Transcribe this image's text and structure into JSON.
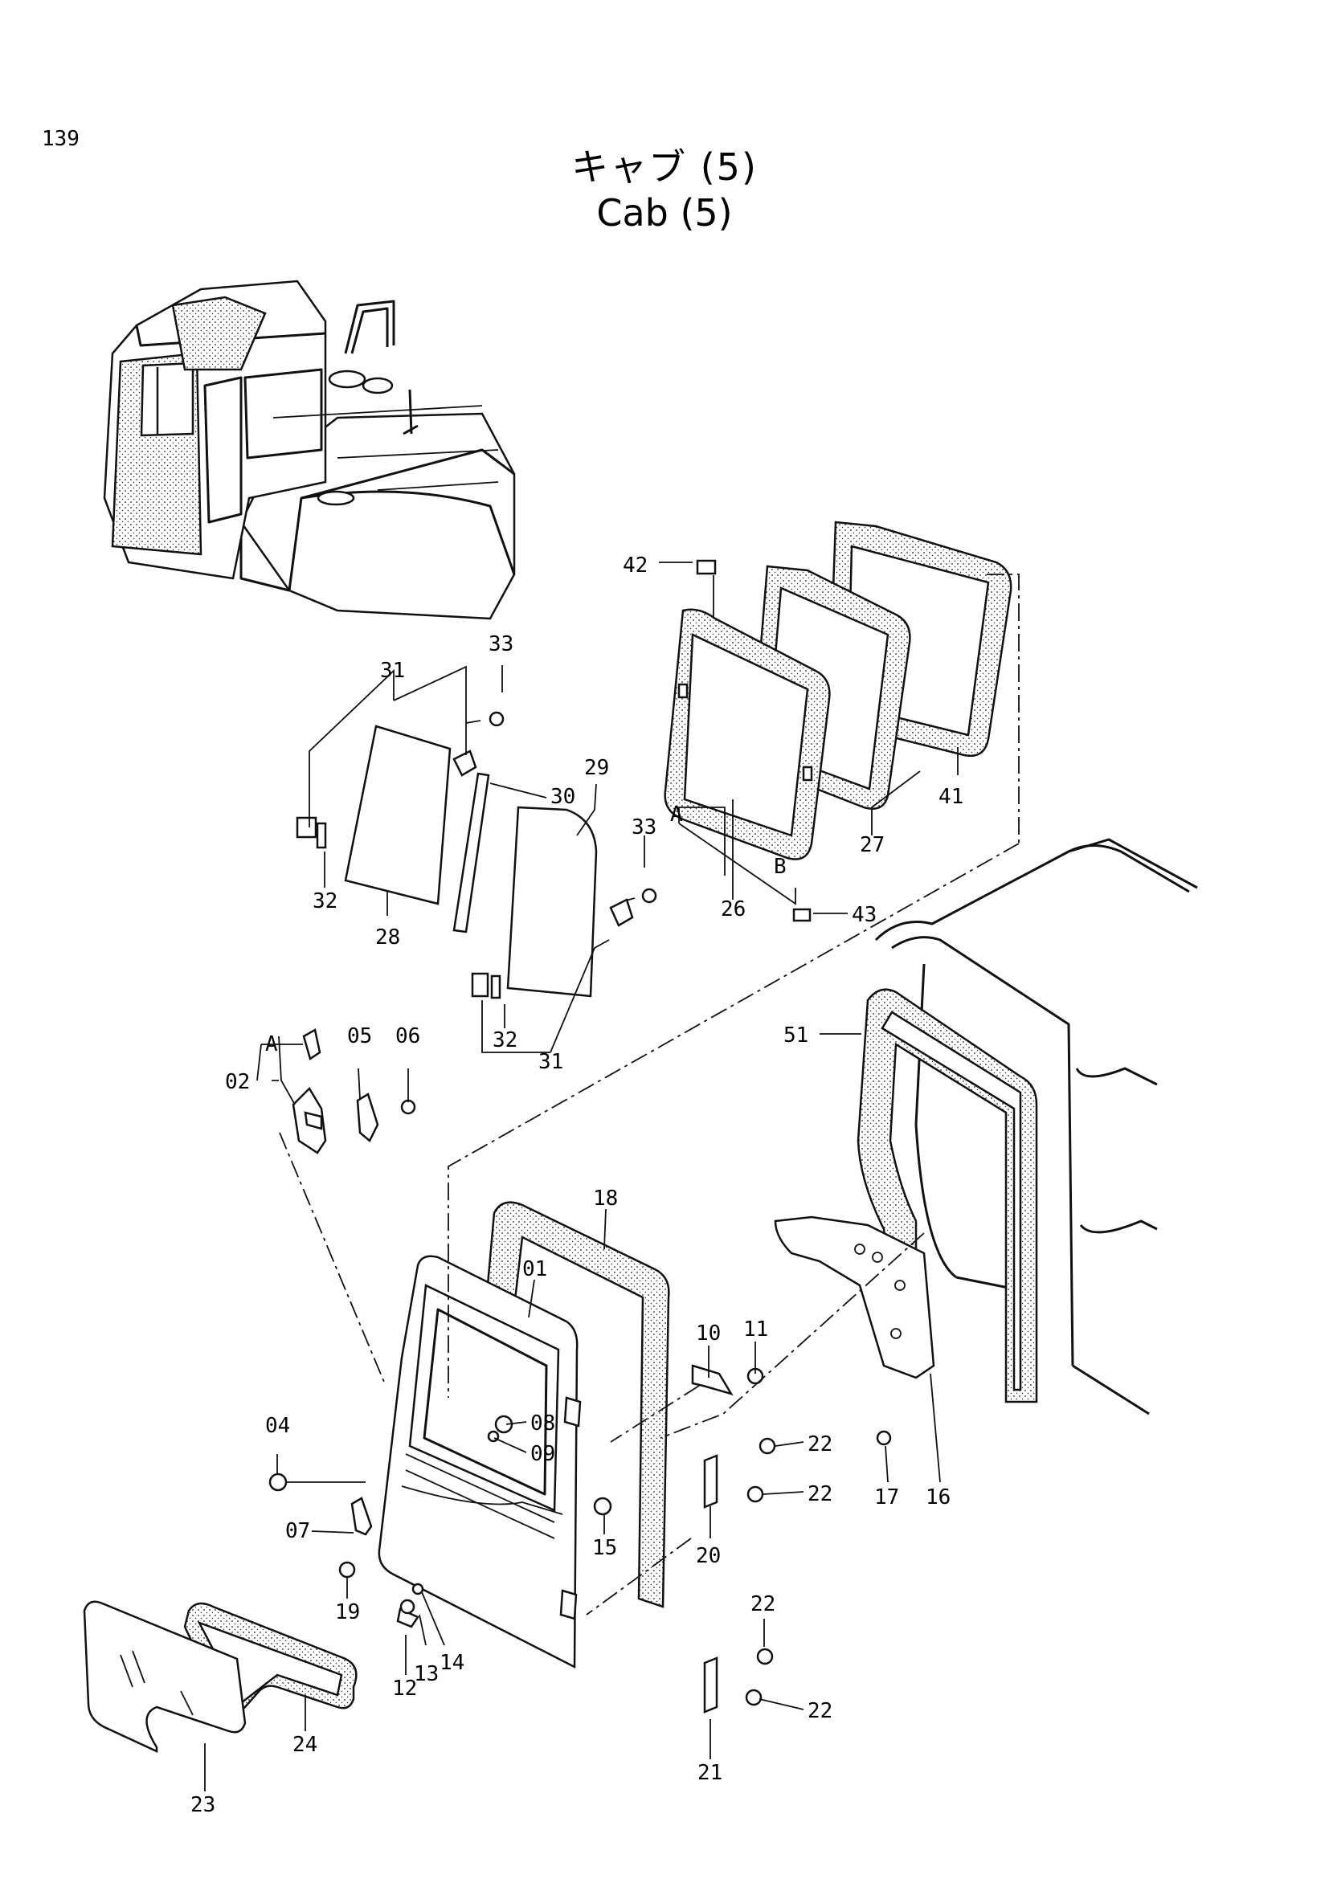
{
  "page": {
    "number": "139"
  },
  "title": {
    "ja": "キャブ (5)",
    "en": "Cab (5)"
  },
  "callouts": [
    "42",
    "33",
    "31",
    "29",
    "30",
    "28",
    "32",
    "33",
    "A",
    "B",
    "26",
    "27",
    "41",
    "43",
    "32",
    "31",
    "A",
    "02",
    "05",
    "06",
    "51",
    "18",
    "01",
    "10",
    "11",
    "04",
    "08",
    "09",
    "22",
    "22",
    "17",
    "16",
    "07",
    "20",
    "15",
    "19",
    "12",
    "13",
    "14",
    "22",
    "22",
    "24",
    "23",
    "21"
  ]
}
